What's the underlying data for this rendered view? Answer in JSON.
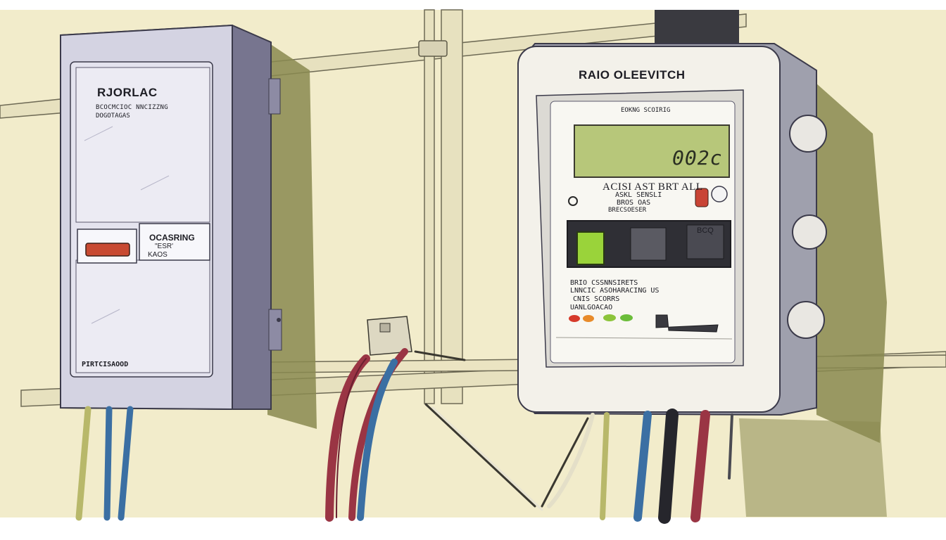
{
  "scene": {
    "colors": {
      "wall": "#f2eccb",
      "shadow": "#8a8a50",
      "left_box": "#d4d3e2",
      "left_box_edge": "#77758f",
      "right_box": "#f3f1ea",
      "lcd": "#b7c77a",
      "breaker_red": "#c84a32",
      "button_green": "#9ad33a",
      "cable_red": "#9a3544",
      "cable_blue": "#3b6fa3"
    }
  },
  "left_panel": {
    "title": "RJORLAC",
    "line1": "BCOCMCIOC NNCIZZNG",
    "line2": "DOGOTAGAS",
    "breaker_label_1": "OCASRING",
    "breaker_label_2": "\"ESR'",
    "breaker_label_3": "KAOS",
    "footer": "PIRTCISAOOD"
  },
  "right_panel": {
    "title": "RAIO OLEEVITCH",
    "display_header": "EOKNG SCOIRIG",
    "lcd_reading": "002c",
    "mid_line1": "ACISI AST BRT ALL",
    "mid_line2": "ASKL SENSLI",
    "mid_line3": "BROS OAS",
    "mid_line4": "BRECSOESER",
    "key_label": "BCQ",
    "lower_line1": "BRIO CSSNNSIRETS",
    "lower_line2": "LNNCIC ASOHARACING US",
    "lower_line3": "CNIS SCORRS",
    "lower_line4": "UANLGOACAO"
  }
}
